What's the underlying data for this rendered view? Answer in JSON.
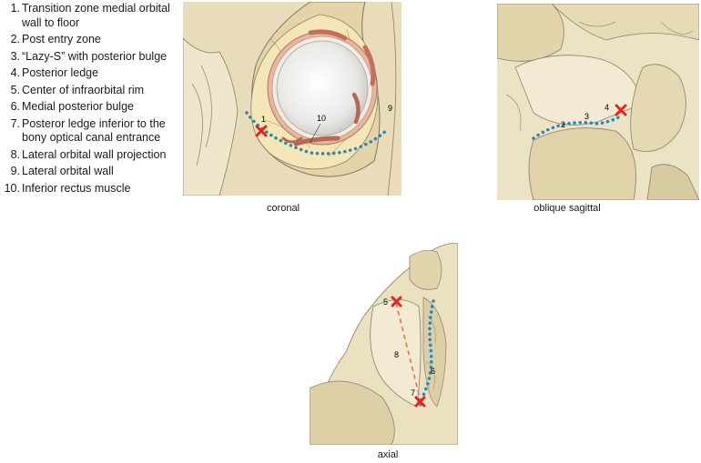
{
  "legend": [
    {
      "num": "1.",
      "text": "Transition zone medial orbital wall to floor"
    },
    {
      "num": "2.",
      "text": "Post entry zone"
    },
    {
      "num": "3.",
      "text": "“Lazy-S” with posterior bulge"
    },
    {
      "num": "4.",
      "text": "Posterior ledge"
    },
    {
      "num": "5.",
      "text": "Center of infraorbital rim"
    },
    {
      "num": "6.",
      "text": "Medial posterior bulge"
    },
    {
      "num": "7.",
      "text": "Posteror ledge inferior to the bony optical canal entrance"
    },
    {
      "num": "8.",
      "text": "Lateral orbital wall projec­tion"
    },
    {
      "num": "9.",
      "text": "Lateral orbital wall"
    },
    {
      "num": "10.",
      "text": "Inferior rectus muscle"
    }
  ],
  "panels": {
    "coronal": {
      "caption": "coronal",
      "labels": {
        "l1": "1",
        "l10": "10",
        "l9": "9"
      }
    },
    "oblique": {
      "caption": "oblique sagittal",
      "labels": {
        "l2": "2",
        "l3": "3",
        "l4": "4"
      }
    },
    "axial": {
      "caption": "axial",
      "labels": {
        "l5": "5",
        "l6": "6",
        "l7": "7",
        "l8": "8"
      }
    }
  },
  "colors": {
    "bone": "#ede3c6",
    "bone_dark": "#d9cca4",
    "outline": "#7f7562",
    "dotted_line": "#2a86b6",
    "marker": "#e8231d",
    "dashed_line": "#e07a3c",
    "muscle": "#c98f7f",
    "fat": "#f4e6b6"
  }
}
